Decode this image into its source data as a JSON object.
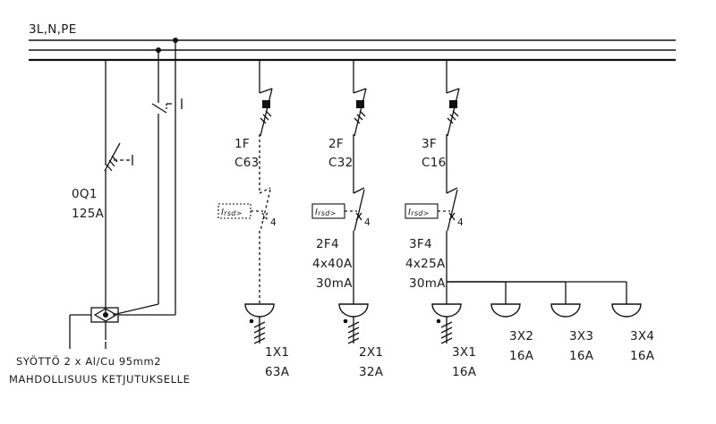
{
  "bus": {
    "label": "3L,N,PE"
  },
  "main_switch": {
    "name": "0Q1",
    "rating": "125A"
  },
  "feed": {
    "line1": "SYÖTTÖ 2 x Al/Cu 95mm2",
    "line2": "MAHDOLLISUUS KETJUTUKSELLE"
  },
  "rcd_symbol": {
    "label": "Irsd>",
    "i": "I",
    "sub": "rsd>"
  },
  "circuits": [
    {
      "breaker": {
        "name": "1F",
        "curve": "C63"
      },
      "rcd": {
        "name": "",
        "poles": "",
        "current": "",
        "pole_count": "4",
        "dashed": true
      },
      "outlets": [
        {
          "name": "1X1",
          "rating": "63A"
        }
      ]
    },
    {
      "breaker": {
        "name": "2F",
        "curve": "C32"
      },
      "rcd": {
        "name": "2F4",
        "poles": "4x40A",
        "current": "30mA",
        "pole_count": "4",
        "dashed": false
      },
      "outlets": [
        {
          "name": "2X1",
          "rating": "32A"
        }
      ]
    },
    {
      "breaker": {
        "name": "3F",
        "curve": "C16"
      },
      "rcd": {
        "name": "3F4",
        "poles": "4x25A",
        "current": "30mA",
        "pole_count": "4",
        "dashed": false
      },
      "outlets": [
        {
          "name": "3X1",
          "rating": "16A"
        },
        {
          "name": "3X2",
          "rating": "16A"
        },
        {
          "name": "3X3",
          "rating": "16A"
        },
        {
          "name": "3X4",
          "rating": "16A"
        }
      ]
    }
  ]
}
